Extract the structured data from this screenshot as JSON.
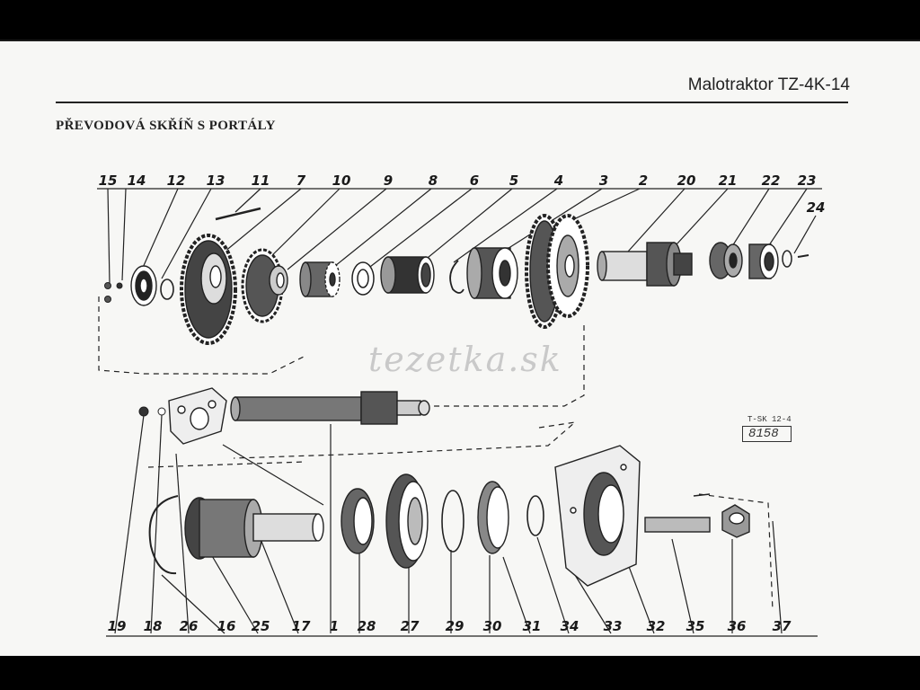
{
  "header": {
    "title": "Malotraktor TZ-4K-14"
  },
  "page_title": "PŘEVODOVÁ SKŘÍŇ S PORTÁLY",
  "watermark": "tezetka.sk",
  "stamp": {
    "top": "T-SK 12-4",
    "code": "8158"
  },
  "parts_top": [
    "15",
    "14",
    "12",
    "13",
    "11",
    "7",
    "10",
    "9",
    "8",
    "6",
    "5",
    "4",
    "3",
    "2",
    "20",
    "21",
    "22",
    "23",
    "24"
  ],
  "parts_bottom": [
    "19",
    "18",
    "26",
    "16",
    "25",
    "17",
    "1",
    "28",
    "27",
    "29",
    "30",
    "31",
    "34",
    "33",
    "32",
    "35",
    "36",
    "37"
  ]
}
